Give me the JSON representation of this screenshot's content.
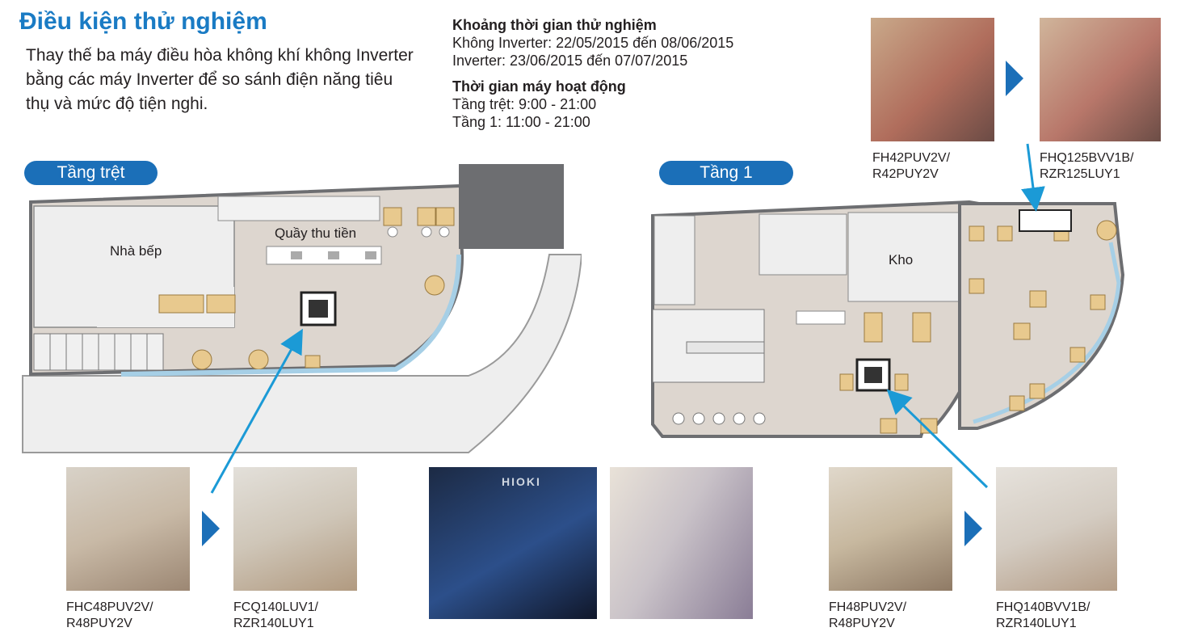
{
  "title": "Điều kiện thử nghiệm",
  "description": "Thay thế ba máy điều hòa không khí không Inverter bằng các máy Inverter để so sánh điện năng tiêu thụ và mức độ tiện nghi.",
  "test_period": {
    "heading": "Khoảng thời gian thử nghiệm",
    "non_inverter": "Không Inverter: 22/05/2015 đến 08/06/2015",
    "inverter": "Inverter: 23/06/2015 đến 07/07/2015"
  },
  "operating_time": {
    "heading": "Thời gian máy hoạt động",
    "ground": "Tầng trệt: 9:00 - 21:00",
    "first": "Tầng 1: 11:00 - 21:00"
  },
  "floors": {
    "ground": {
      "label": "Tầng trệt",
      "kitchen": "Nhà bếp",
      "cashier": "Quầy thu tiền"
    },
    "first": {
      "label": "Tầng 1",
      "storage": "Kho"
    }
  },
  "captions": {
    "first_ceiling_old": [
      "FH42PUV2V/",
      "R42PUY2V"
    ],
    "first_ceiling_new": [
      "FHQ125BVV1B/",
      "RZR125LUY1"
    ],
    "ground_cassette_old": [
      "FHC48PUV2V/",
      "R48PUY2V"
    ],
    "ground_cassette_new": [
      "FCQ140LUV1/",
      "RZR140LUY1"
    ],
    "first_cassette_old": [
      "FH48PUV2V/",
      "R48PUY2V"
    ],
    "first_cassette_new": [
      "FHQ140BVV1B/",
      "RZR140LUY1"
    ]
  },
  "meter": {
    "brand": "HIOKI"
  },
  "colors": {
    "accent": "#1a7bc4",
    "pill": "#1b6fb8",
    "arrow": "#1b9ad6",
    "floor": "#ddd6cf",
    "wall": "#6d6e71"
  }
}
